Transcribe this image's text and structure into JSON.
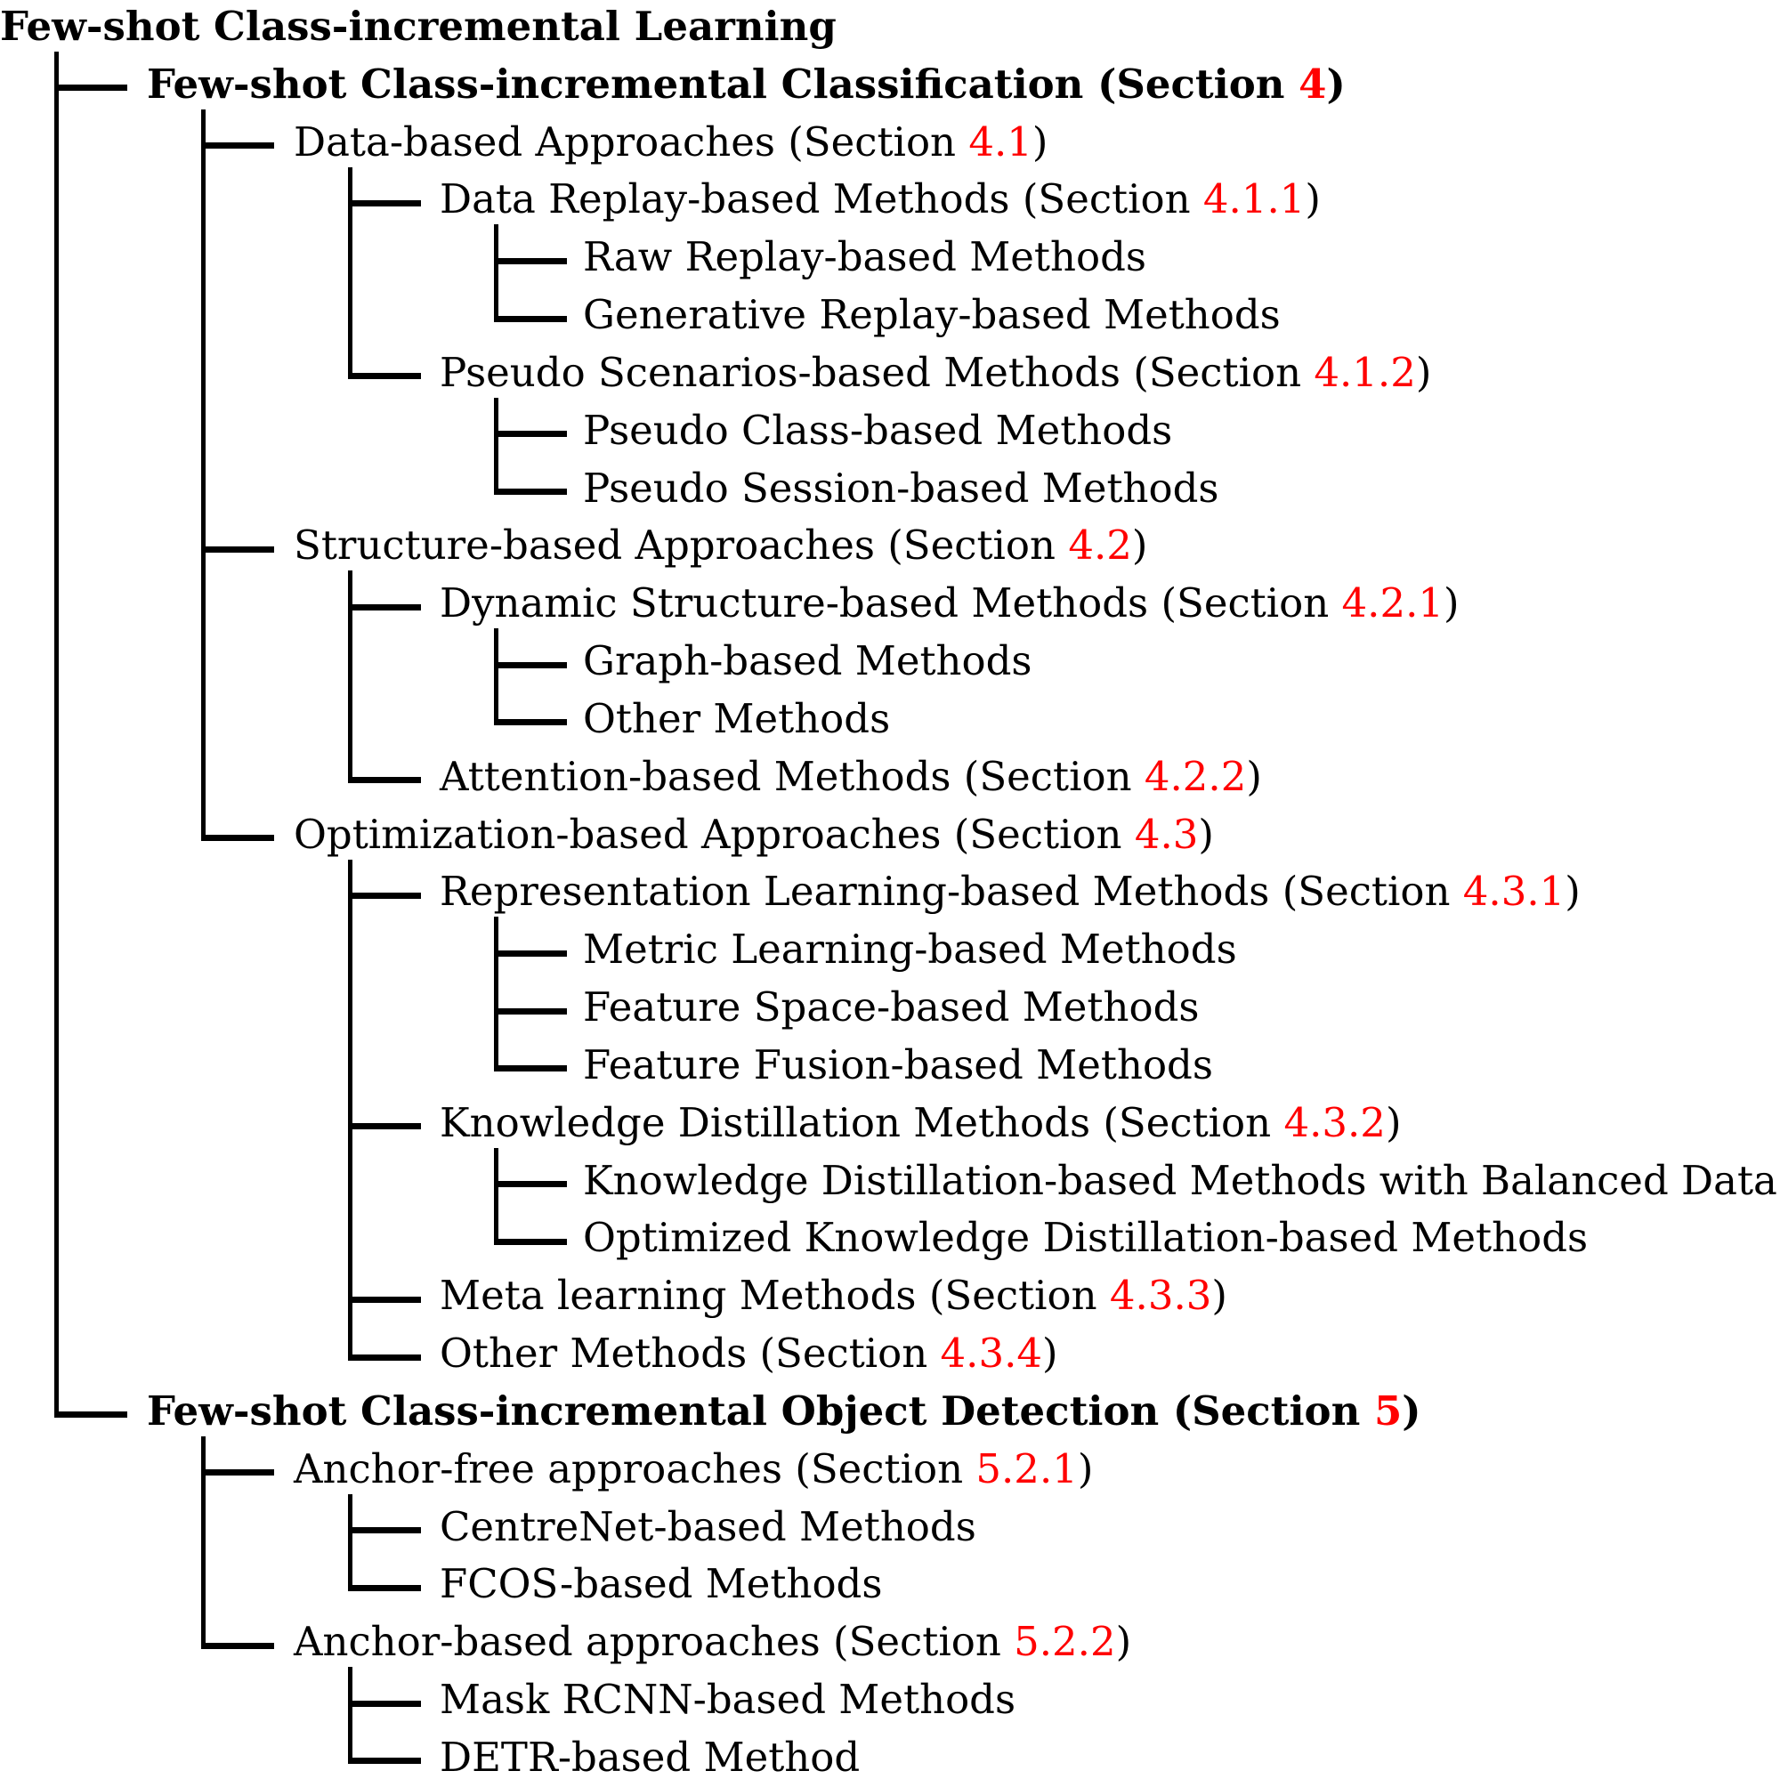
{
  "figure": {
    "title": "Few-shot Class-incremental Learning taxonomy tree",
    "background_color": "#ffffff",
    "text_color": "#000000",
    "accent_color": "#ff0000",
    "line_color": "#000000"
  },
  "tree": {
    "nodes": [
      {
        "pre": "Few-shot Class-incremental Learning",
        "num": null,
        "post": "",
        "bold": true,
        "level": 0,
        "parent": null
      },
      {
        "pre": "Few-shot Class-incremental Classification (Section ",
        "num": "4",
        "post": ")",
        "bold": true,
        "level": 1,
        "parent": 0
      },
      {
        "pre": "Data-based Approaches (Section ",
        "num": "4.1",
        "post": ")",
        "bold": false,
        "level": 2,
        "parent": 1
      },
      {
        "pre": "Data Replay-based Methods (Section ",
        "num": "4.1.1",
        "post": ")",
        "bold": false,
        "level": 3,
        "parent": 2
      },
      {
        "pre": "Raw Replay-based Methods",
        "num": null,
        "post": "",
        "bold": false,
        "level": 4,
        "parent": 3
      },
      {
        "pre": "Generative Replay-based Methods",
        "num": null,
        "post": "",
        "bold": false,
        "level": 4,
        "parent": 3
      },
      {
        "pre": "Pseudo Scenarios-based Methods (Section ",
        "num": "4.1.2",
        "post": ")",
        "bold": false,
        "level": 3,
        "parent": 2
      },
      {
        "pre": "Pseudo Class-based Methods",
        "num": null,
        "post": "",
        "bold": false,
        "level": 4,
        "parent": 6
      },
      {
        "pre": "Pseudo Session-based Methods",
        "num": null,
        "post": "",
        "bold": false,
        "level": 4,
        "parent": 6
      },
      {
        "pre": "Structure-based Approaches (Section ",
        "num": "4.2",
        "post": ")",
        "bold": false,
        "level": 2,
        "parent": 1
      },
      {
        "pre": "Dynamic Structure-based Methods (Section ",
        "num": "4.2.1",
        "post": ")",
        "bold": false,
        "level": 3,
        "parent": 9
      },
      {
        "pre": "Graph-based Methods",
        "num": null,
        "post": "",
        "bold": false,
        "level": 4,
        "parent": 10
      },
      {
        "pre": "Other Methods",
        "num": null,
        "post": "",
        "bold": false,
        "level": 4,
        "parent": 10
      },
      {
        "pre": "Attention-based Methods (Section ",
        "num": "4.2.2",
        "post": ")",
        "bold": false,
        "level": 3,
        "parent": 9
      },
      {
        "pre": "Optimization-based Approaches (Section ",
        "num": "4.3",
        "post": ")",
        "bold": false,
        "level": 2,
        "parent": 1
      },
      {
        "pre": "Representation Learning-based Methods (Section ",
        "num": "4.3.1",
        "post": ")",
        "bold": false,
        "level": 3,
        "parent": 14
      },
      {
        "pre": "Metric Learning-based Methods",
        "num": null,
        "post": "",
        "bold": false,
        "level": 4,
        "parent": 15
      },
      {
        "pre": "Feature Space-based Methods",
        "num": null,
        "post": "",
        "bold": false,
        "level": 4,
        "parent": 15
      },
      {
        "pre": "Feature Fusion-based Methods",
        "num": null,
        "post": "",
        "bold": false,
        "level": 4,
        "parent": 15
      },
      {
        "pre": "Knowledge Distillation Methods (Section ",
        "num": "4.3.2",
        "post": ")",
        "bold": false,
        "level": 3,
        "parent": 14
      },
      {
        "pre": "Knowledge Distillation-based Methods with Balanced Data",
        "num": null,
        "post": "",
        "bold": false,
        "level": 4,
        "parent": 19
      },
      {
        "pre": "Optimized Knowledge Distillation-based Methods",
        "num": null,
        "post": "",
        "bold": false,
        "level": 4,
        "parent": 19
      },
      {
        "pre": "Meta learning Methods (Section ",
        "num": "4.3.3",
        "post": ")",
        "bold": false,
        "level": 3,
        "parent": 14
      },
      {
        "pre": "Other Methods (Section ",
        "num": "4.3.4",
        "post": ")",
        "bold": false,
        "level": 3,
        "parent": 14
      },
      {
        "pre": "Few-shot Class-incremental Object Detection (Section ",
        "num": "5",
        "post": ")",
        "bold": true,
        "level": 1,
        "parent": 0
      },
      {
        "pre": "Anchor-free approaches (Section ",
        "num": "5.2.1",
        "post": ")",
        "bold": false,
        "level": 2,
        "parent": 24
      },
      {
        "pre": "CentreNet-based Methods",
        "num": null,
        "post": "",
        "bold": false,
        "level": 3,
        "parent": 25
      },
      {
        "pre": "FCOS-based Methods",
        "num": null,
        "post": "",
        "bold": false,
        "level": 3,
        "parent": 25
      },
      {
        "pre": "Anchor-based approaches (Section ",
        "num": "5.2.2",
        "post": ")",
        "bold": false,
        "level": 2,
        "parent": 24
      },
      {
        "pre": "Mask RCNN-based Methods",
        "num": null,
        "post": "",
        "bold": false,
        "level": 3,
        "parent": 28
      },
      {
        "pre": "DETR-based Method",
        "num": null,
        "post": "",
        "bold": false,
        "level": 3,
        "parent": 28
      }
    ]
  }
}
